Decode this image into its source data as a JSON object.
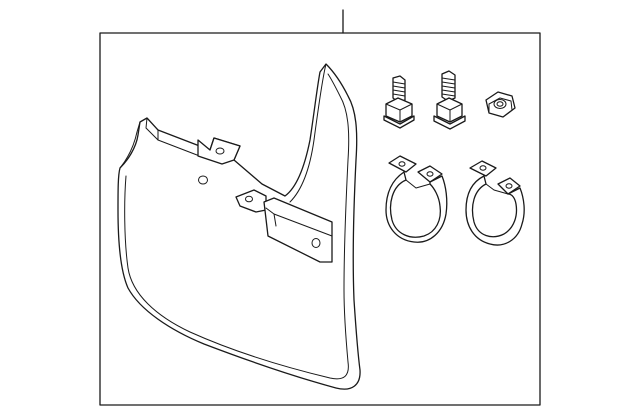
{
  "diagram": {
    "background": "#ffffff",
    "line_color": "#1a1a1a",
    "parts": [
      {
        "name": "mud-flap",
        "icon": "mud-flap-icon"
      },
      {
        "name": "bolt",
        "count": 2,
        "icon": "bolt-icon"
      },
      {
        "name": "nut",
        "count": 1,
        "icon": "hex-nut-icon"
      },
      {
        "name": "clamp",
        "count": 2,
        "icon": "clamp-icon"
      }
    ]
  }
}
